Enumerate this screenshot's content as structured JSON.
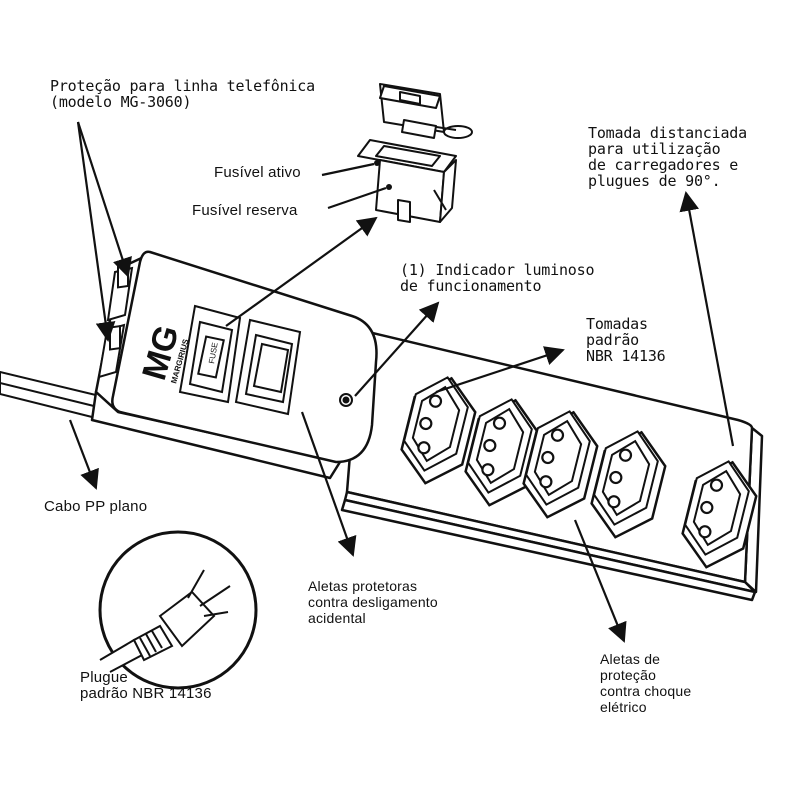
{
  "labels": {
    "telefone": "Proteção para linha telefônica\n(modelo MG-3060)",
    "fusivel_ativo": "Fusível ativo",
    "fusivel_reserva": "Fusível reserva",
    "indicador": "(1) Indicador luminoso\nde funcionamento",
    "tomadas_padrao": "Tomadas\npadrão\nNBR 14136",
    "tomada_distanciada": "Tomada distanciada\npara utilização\nde carregadores e\nplugues de 90°.",
    "cabo": "Cabo PP plano",
    "aletas_protetoras": "Aletas protetoras\ncontra desligamento\nacidental",
    "plugue": "Plugue\npadrão NBR 14136",
    "aletas_choque": "Aletas de\nproteção\ncontra choque\nelétrico"
  },
  "product": {
    "logo_mark": "MG",
    "logo_brand": "MARGIRIUS",
    "fuse_label": "FUSE"
  },
  "colors": {
    "line": "#111111",
    "fill": "#ffffff",
    "text": "#111111"
  }
}
